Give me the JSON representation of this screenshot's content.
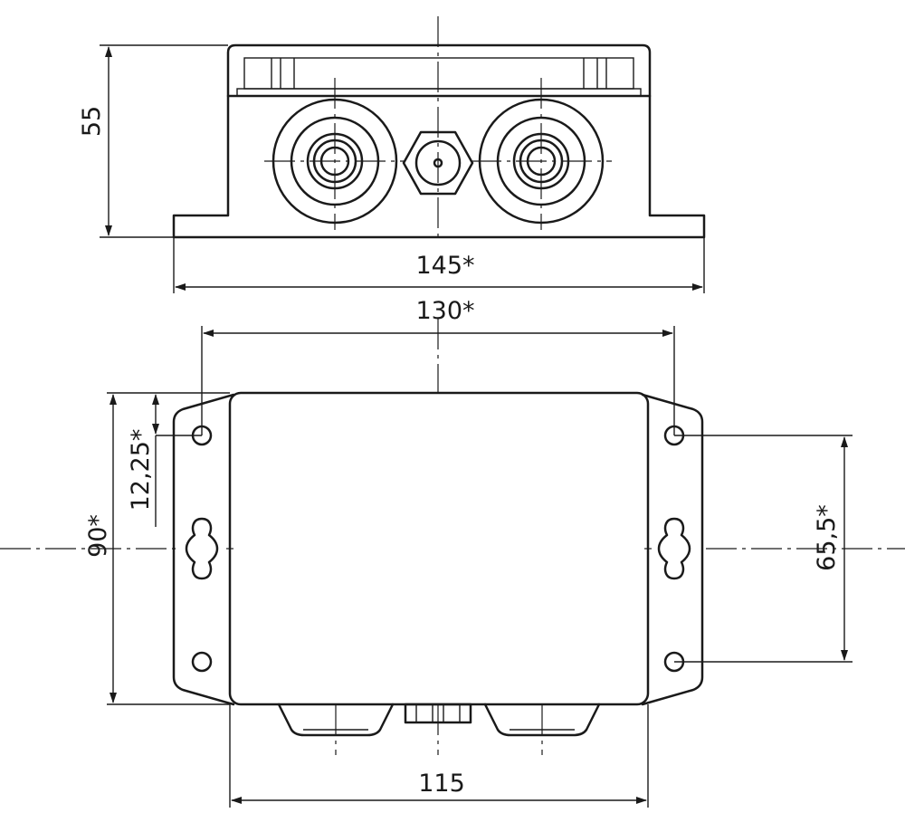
{
  "dimensions": {
    "height_top_view": "55",
    "width_base_top_view": "145*",
    "width_holes": "130*",
    "depth_total": "90*",
    "hole_offset": "12,25*",
    "hole_spacing_vertical": "65,5*",
    "width_body": "115"
  }
}
